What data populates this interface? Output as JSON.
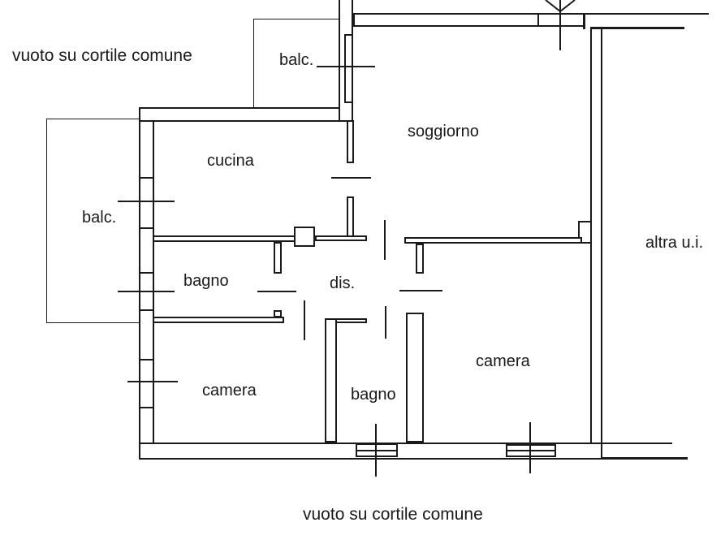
{
  "plan": {
    "annotations": {
      "vuoto_top": "vuoto su cortile comune",
      "vuoto_bottom": "vuoto su cortile comune",
      "altra_ui": "altra u.i."
    },
    "rooms": {
      "soggiorno": "soggiorno",
      "cucina": "cucina",
      "bagno_top": "bagno",
      "dis": "dis.",
      "camera_left": "camera",
      "bagno_bottom": "bagno",
      "camera_right": "camera",
      "balc_top": "balc.",
      "balc_left": "balc."
    },
    "colors": {
      "line": "#1a1a1a",
      "background": "#ffffff"
    }
  }
}
